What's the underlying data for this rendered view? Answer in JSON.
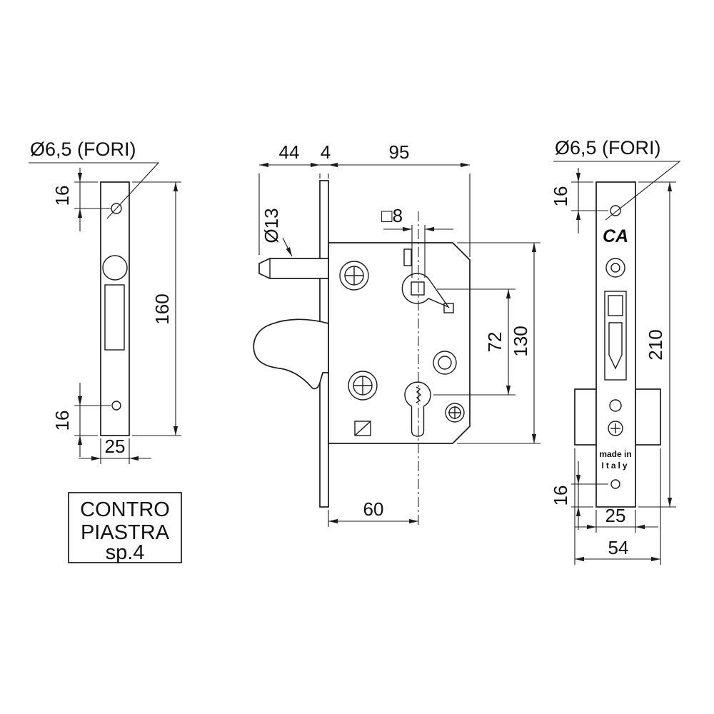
{
  "colors": {
    "line": "#1b1b1b",
    "background": "#ffffff"
  },
  "drawing": {
    "left_view": {
      "hole_label": "Ø6,5 (FORI)",
      "dim_top_hole": "16",
      "dim_height": "160",
      "dim_bottom_hole": "16",
      "dim_width": "25",
      "caption_line1": "CONTRO",
      "caption_line2": "PIASTRA",
      "caption_line3": "sp.4"
    },
    "center_view": {
      "dim_hook_protrusion": "44",
      "dim_plate_thickness": "4",
      "dim_body_depth": "95",
      "dim_pin_diameter": "Ø13",
      "dim_follower_square": "□8",
      "dim_centers": "72",
      "dim_body_height": "130",
      "dim_backset": "60"
    },
    "right_view": {
      "hole_label": "Ø6,5 (FORI)",
      "brand": "CA",
      "made_in_line1": "made in",
      "made_in_line2": "Italy",
      "dim_top_hole": "16",
      "dim_height": "210",
      "dim_bottom_hole": "16",
      "dim_faceplate_width": "25",
      "dim_overall_width": "54"
    }
  }
}
